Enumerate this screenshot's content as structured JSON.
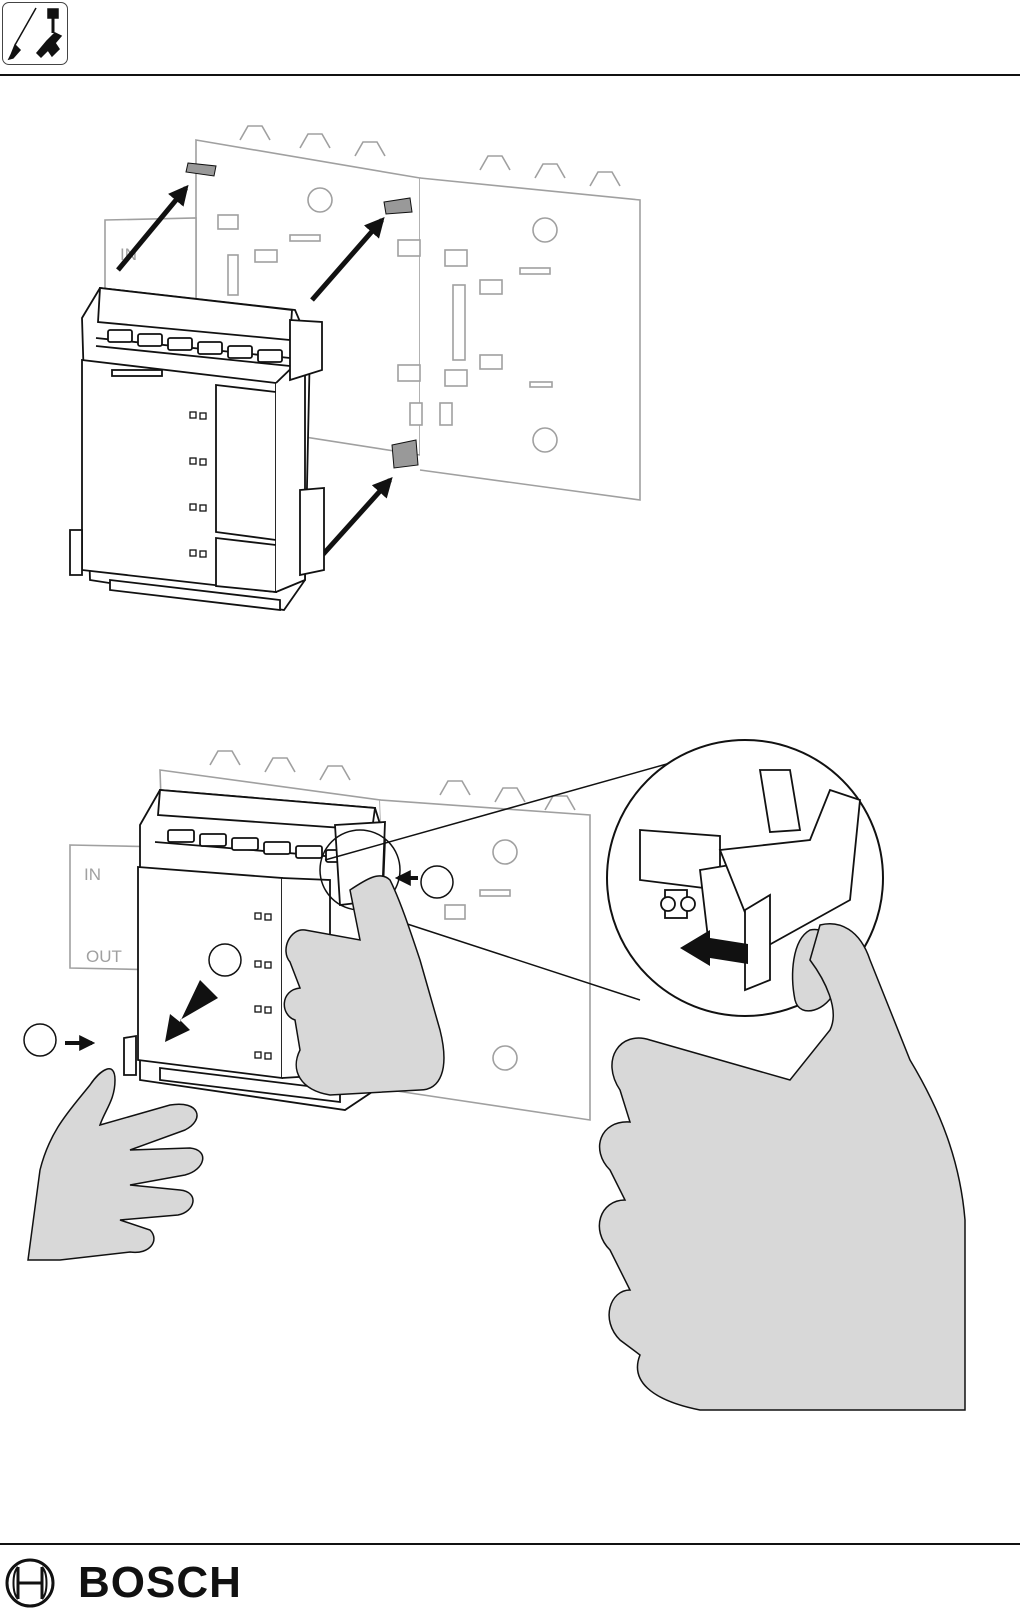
{
  "figure_labels": {
    "in": "IN",
    "out": "OUT"
  },
  "footer": {
    "brand": "BOSCH"
  },
  "icons": {
    "header": "screwdriver-wrench-icon",
    "logo": "bosch-armature-icon"
  },
  "colors": {
    "line": "#111111",
    "shade": "#d8d8d8",
    "faded": "#a0a0a0"
  }
}
